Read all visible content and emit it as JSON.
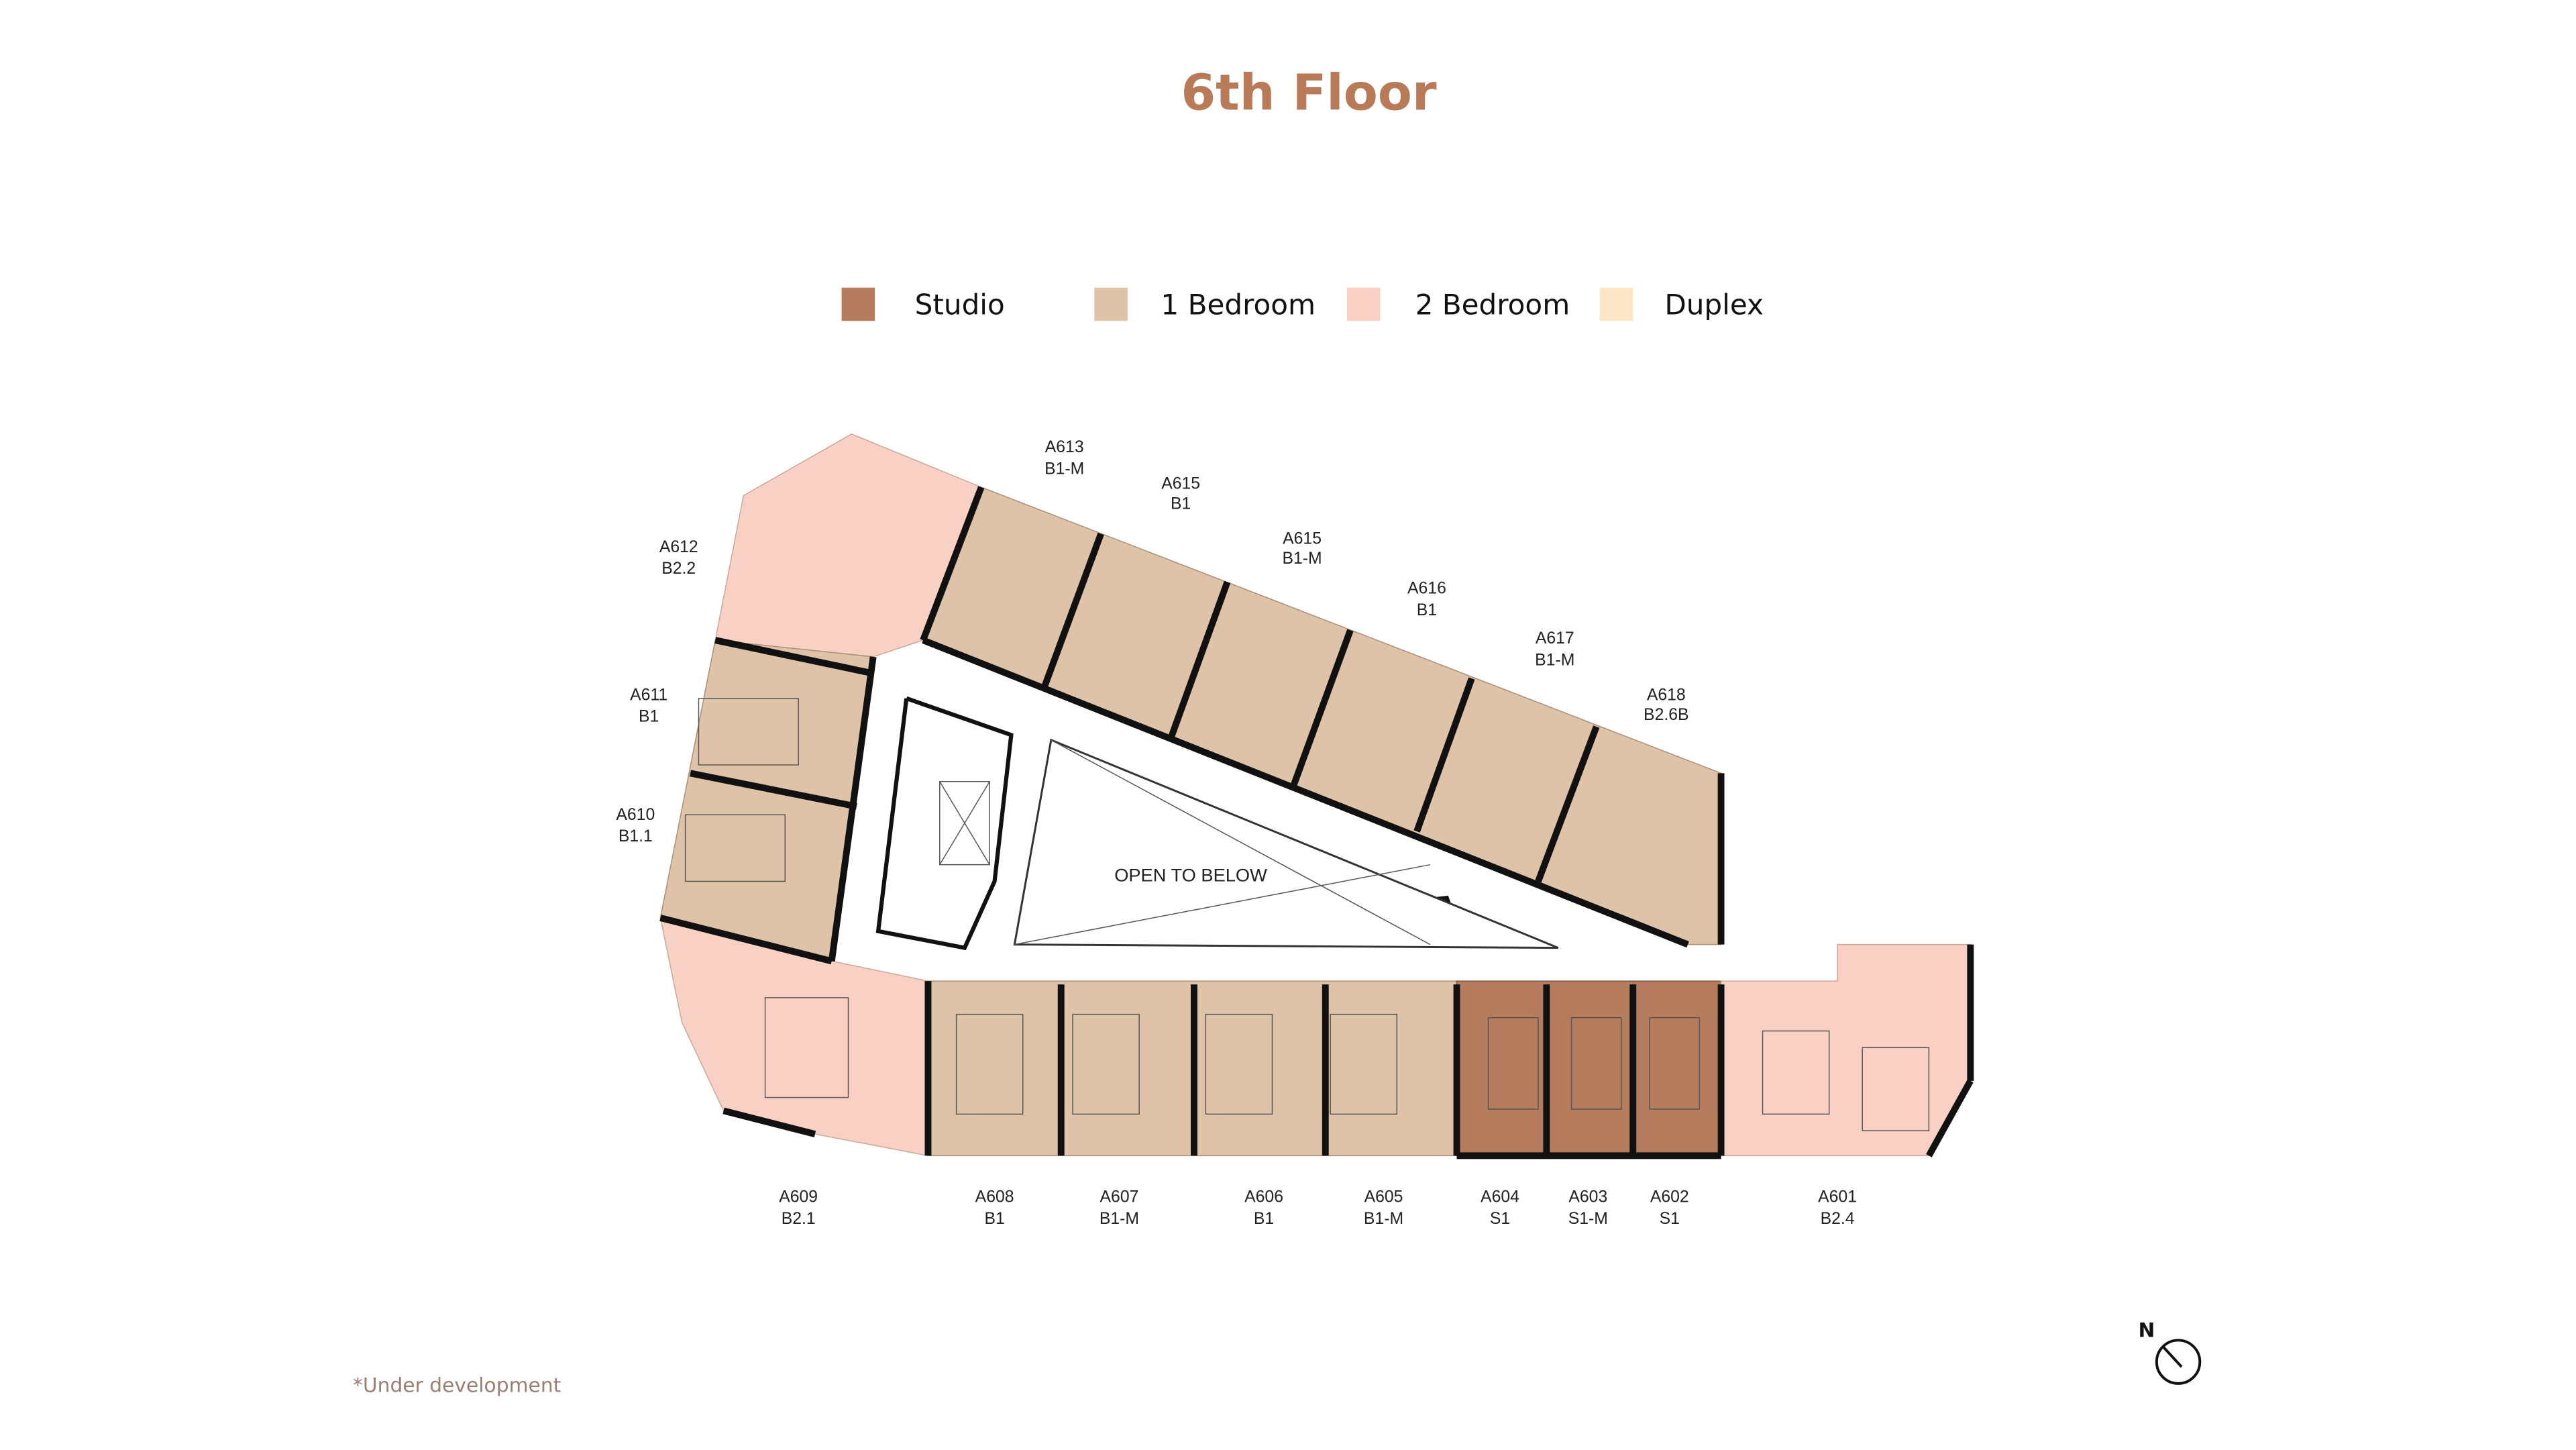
{
  "title": "6th Floor",
  "legend": [
    {
      "label": "Studio",
      "color": "#b57d5d"
    },
    {
      "label": "1 Bedroom",
      "color": "#dfc3a8"
    },
    {
      "label": "2 Bedroom",
      "color": "#f9d0c4"
    },
    {
      "label": "Duplex",
      "color": "#fde6c8"
    }
  ],
  "open_to_below": "OPEN TO BELOW",
  "units": [
    {
      "id": "A613",
      "type": "B1-M"
    },
    {
      "id": "A615",
      "type": "B1"
    },
    {
      "id": "A615",
      "type": "B1-M"
    },
    {
      "id": "A616",
      "type": "B1"
    },
    {
      "id": "A617",
      "type": "B1-M"
    },
    {
      "id": "A618",
      "type": "B2.6B"
    },
    {
      "id": "A612",
      "type": "B2.2"
    },
    {
      "id": "A611",
      "type": "B1"
    },
    {
      "id": "A610",
      "type": "B1.1"
    },
    {
      "id": "A609",
      "type": "B2.1"
    },
    {
      "id": "A608",
      "type": "B1"
    },
    {
      "id": "A607",
      "type": "B1-M"
    },
    {
      "id": "A606",
      "type": "B1"
    },
    {
      "id": "A605",
      "type": "B1-M"
    },
    {
      "id": "A604",
      "type": "S1"
    },
    {
      "id": "A603",
      "type": "S1-M"
    },
    {
      "id": "A602",
      "type": "S1"
    },
    {
      "id": "A601",
      "type": "B2.4"
    }
  ],
  "compass": {
    "label": "N"
  },
  "footnote": "*Under development"
}
